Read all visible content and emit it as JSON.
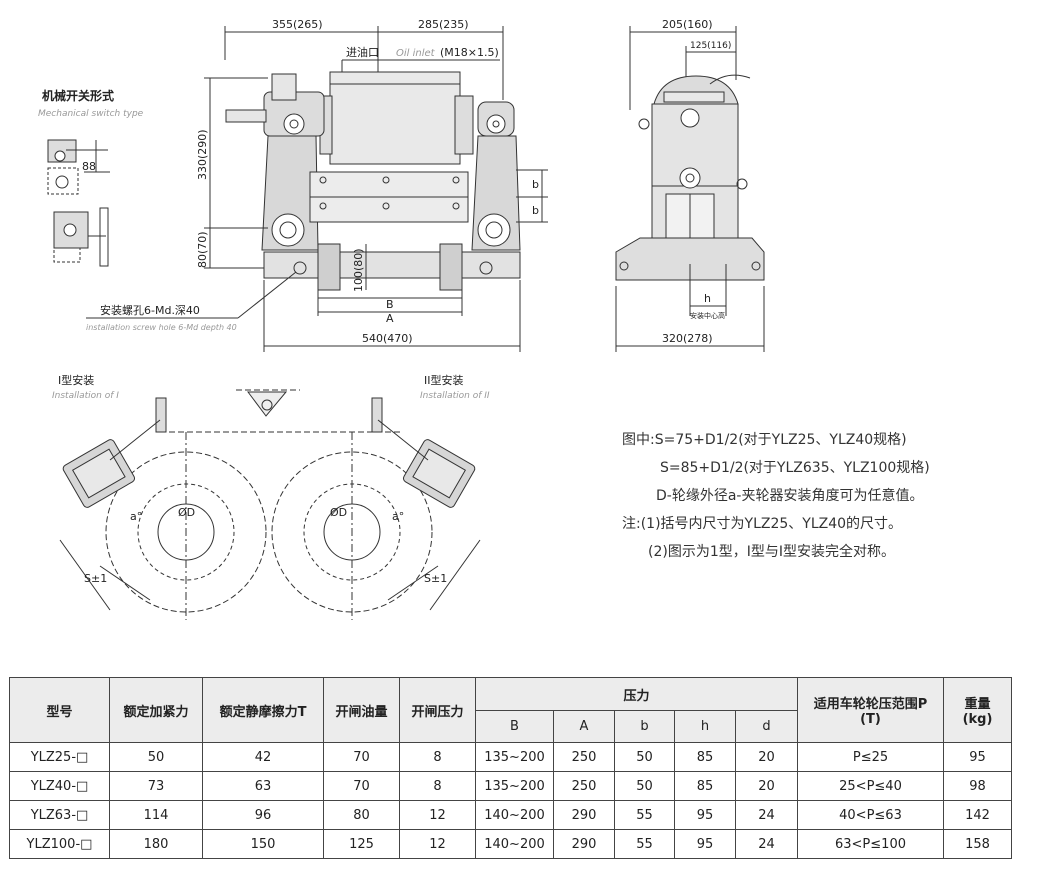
{
  "drawing": {
    "side_view": {
      "dim_top_left": "355(265)",
      "dim_top_right": "285(235)",
      "oil_inlet": "进油口",
      "oil_inlet_en": "Oil inlet",
      "oil_inlet_thread": "(M18×1.5)",
      "dim_height": "330(290)",
      "dim_base": "80(70)",
      "dim_inner": "100(80)",
      "dim_b": "b",
      "dim_B": "B",
      "dim_A": "A",
      "dim_total": "540(470)",
      "mount_hole": "安装螺孔6-Md.深40",
      "mount_hole_en": "installation screw hole 6-Md depth 40"
    },
    "switch": {
      "title": "机械开关形式",
      "title_en": "Mechanical switch type",
      "dim": "88"
    },
    "end_view": {
      "dim_top": "205(160)",
      "dim_sub": "125(116)",
      "dim_h": "h",
      "center_label": "安装中心高",
      "dim_bottom": "320(278)"
    },
    "install": {
      "type1": "I型安装",
      "type1_en": "Installation of I",
      "type2": "II型安装",
      "type2_en": "Installation of II",
      "dia": "ØD",
      "angle": "a°",
      "s": "S±1"
    }
  },
  "notes": {
    "line1": "图中:S=75+D1/2(对于YLZ25、YLZ40规格)",
    "line2": "S=85+D1/2(对于YLZ635、YLZ100规格)",
    "line3": "D-轮缘外径a-夹轮器安装角度可为任意值。",
    "line4": "注:(1)括号内尺寸为YLZ25、YLZ40的尺寸。",
    "line5": "(2)图示为1型，I型与I型安装完全对称。"
  },
  "table": {
    "headers": {
      "model": "型号",
      "clamp_force": "额定加紧力",
      "static_friction": "额定静摩擦力T",
      "oil_volume": "开闸油量",
      "open_pressure": "开闸压力",
      "pressure": "压力",
      "B": "B",
      "A": "A",
      "b": "b",
      "h": "h",
      "d": "d",
      "wheel_range": "适用车轮轮压范围P",
      "wheel_unit": "(T)",
      "weight": "重量",
      "weight_unit": "(kg)"
    },
    "rows": [
      {
        "model": "YLZ25-□",
        "clamp": "50",
        "friction": "42",
        "oil": "70",
        "pressure": "8",
        "B": "135~200",
        "A": "250",
        "b": "50",
        "h": "85",
        "d": "20",
        "range": "P≤25",
        "weight": "95"
      },
      {
        "model": "YLZ40-□",
        "clamp": "73",
        "friction": "63",
        "oil": "70",
        "pressure": "8",
        "B": "135~200",
        "A": "250",
        "b": "50",
        "h": "85",
        "d": "20",
        "range": "25<P≤40",
        "weight": "98"
      },
      {
        "model": "YLZ63-□",
        "clamp": "114",
        "friction": "96",
        "oil": "80",
        "pressure": "12",
        "B": "140~200",
        "A": "290",
        "b": "55",
        "h": "95",
        "d": "24",
        "range": "40<P≤63",
        "weight": "142"
      },
      {
        "model": "YLZ100-□",
        "clamp": "180",
        "friction": "150",
        "oil": "125",
        "pressure": "12",
        "B": "140~200",
        "A": "290",
        "b": "55",
        "h": "95",
        "d": "24",
        "range": "63<P≤100",
        "weight": "158"
      }
    ]
  }
}
